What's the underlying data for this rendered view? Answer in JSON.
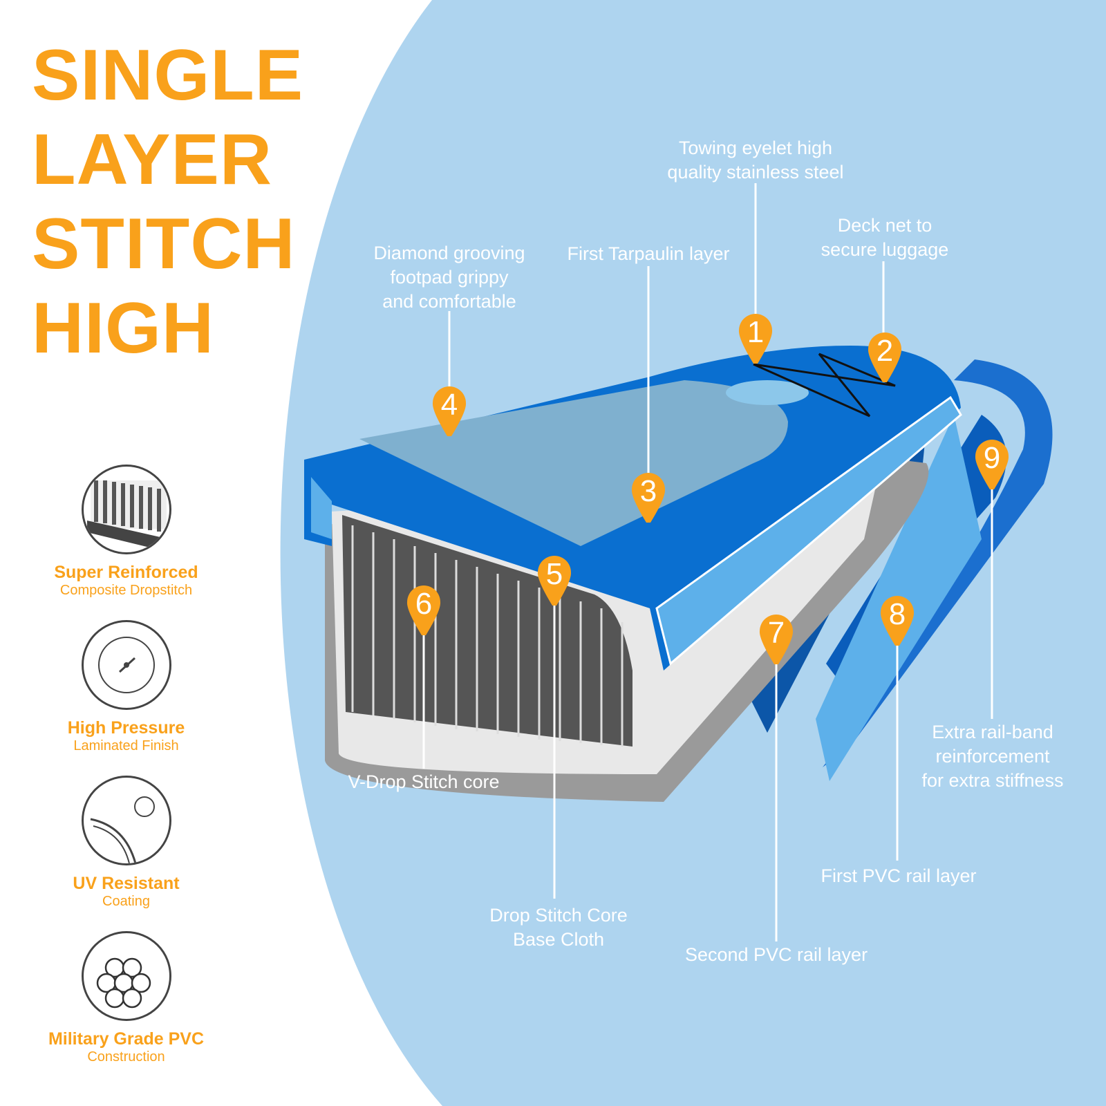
{
  "title_lines": [
    "SINGLE",
    "LAYER",
    "STITCH",
    "HIGH"
  ],
  "features": [
    {
      "icon": "dropstitch-icon",
      "heading": "Super Reinforced",
      "sub": "Composite Dropstitch"
    },
    {
      "icon": "pressure-gauge-icon",
      "heading": "High Pressure",
      "sub": "Laminated Finish"
    },
    {
      "icon": "sun-uv-icon",
      "heading": "UV Resistant",
      "sub": "Coating"
    },
    {
      "icon": "pvc-rolls-icon",
      "heading": "Military Grade PVC",
      "sub": "Construction"
    }
  ],
  "callouts": [
    {
      "num": "1",
      "lines": [
        "Towing eyelet high",
        "quality stainless steel"
      ]
    },
    {
      "num": "2",
      "lines": [
        "Deck net to",
        "secure luggage"
      ]
    },
    {
      "num": "3",
      "lines": [
        "First Tarpaulin layer"
      ]
    },
    {
      "num": "4",
      "lines": [
        "Diamond grooving",
        "footpad grippy",
        "and comfortable"
      ]
    },
    {
      "num": "5",
      "lines": [
        "Drop Stitch Core",
        "Base Cloth"
      ]
    },
    {
      "num": "6",
      "lines": [
        "V-Drop Stitch core"
      ]
    },
    {
      "num": "7",
      "lines": [
        "Second PVC rail layer"
      ]
    },
    {
      "num": "8",
      "lines": [
        "First PVC rail layer"
      ]
    },
    {
      "num": "9",
      "lines": [
        "Extra rail-band",
        "reinforcement",
        "for extra stiffness"
      ]
    }
  ],
  "colors": {
    "accent": "#f9a11b",
    "background_blue": "#aed4ef",
    "board_blue": "#0a6fd0"
  }
}
